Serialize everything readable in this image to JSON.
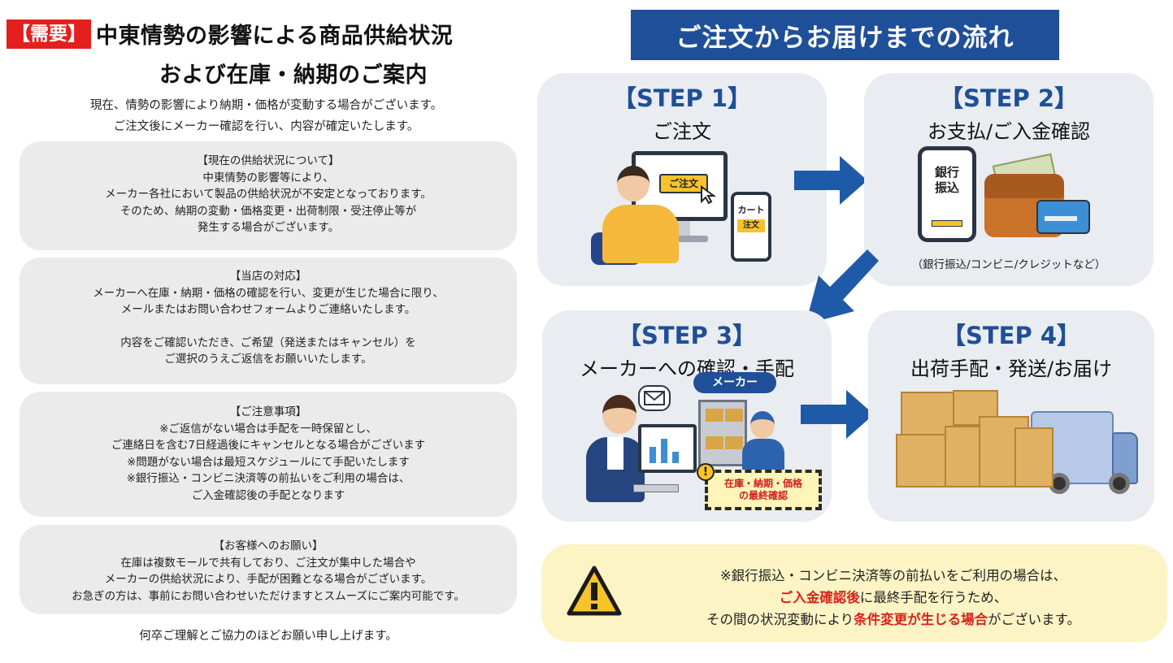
{
  "left": {
    "badge": "【需要】",
    "title_line1": "中東情勢の影響による商品供給状況",
    "title_line2": "および在庫・納期のご案内",
    "intro_line1": "現在、情勢の影響により納期・価格が変動する場合がございます。",
    "intro_line2": "ご注文後にメーカー確認を行い、内容が確定いたします。",
    "box1": {
      "heading": "【現在の供給状況について】",
      "lines": [
        "中東情勢の影響等により、",
        "メーカー各社において製品の供給状況が不安定となっております。",
        "そのため、納期の変動・価格変更・出荷制限・受注停止等が",
        "発生する場合がございます。"
      ]
    },
    "box2": {
      "heading": "【当店の対応】",
      "lines": [
        "メーカーへ在庫・納期・価格の確認を行い、変更が生じた場合に限り、",
        "メールまたはお問い合わせフォームよりご連絡いたします。",
        "内容をご確認いただき、ご希望（発送またはキャンセル）を",
        "ご選択のうえご返信をお願いいたします。"
      ]
    },
    "box3": {
      "heading": "【ご注意事項】",
      "lines": [
        "※ご返信がない場合は手配を一時保留とし、",
        "ご連絡日を含む7日経過後にキャンセルとなる場合がございます",
        "※問題がない場合は最短スケジュールにて手配いたします",
        "※銀行振込・コンビニ決済等の前払いをご利用の場合は、",
        "ご入金確認後の手配となります"
      ]
    },
    "box4": {
      "heading": "【お客様へのお願い】",
      "lines": [
        "在庫は複数モールで共有しており、ご注文が集中した場合や",
        "メーカーの供給状況により、手配が困難となる場合がございます。",
        "お急ぎの方は、事前にお問い合わせいただけますとスムーズにご案内可能です。"
      ]
    },
    "closing": "何卒ご理解とご協力のほどお願い申し上げます。"
  },
  "flow": {
    "title": "ご注文からお届けまでの流れ",
    "steps": [
      {
        "label": "【STEP 1】",
        "sub": "ご注文"
      },
      {
        "label": "【STEP 2】",
        "sub": "お支払/ご入金確認",
        "note": "（銀行振込/コンビニ/クレジットなど）"
      },
      {
        "label": "【STEP 3】",
        "sub": "メーカーへの確認・手配"
      },
      {
        "label": "【STEP 4】",
        "sub": "出荷手配・発送/お届け"
      }
    ],
    "illustration_text": {
      "order_button": "ご注文",
      "cart": "カート",
      "cart_order": "注文",
      "bank_line1": "銀行",
      "bank_line2": "振込",
      "maker": "メーカー",
      "check_line1": "在庫・納期・価格",
      "check_line2": "の最終確認",
      "warn_mark": "!"
    },
    "notice": {
      "line1": "※銀行振込・コンビニ決済等の前払いをご利用の場合は、",
      "line2_red": "ご入金確認後",
      "line2_rest": "に最終手配を行うため、",
      "line3_pre": "その間の状況変動により",
      "line3_red": "条件変更が生じる場合",
      "line3_post": "がございます。"
    }
  },
  "colors": {
    "accent_blue": "#1f4f98",
    "badge_red": "#e3201b",
    "highlight_red": "#d9241c",
    "notice_bg": "#fdf4c5",
    "panel_gray": "#ebebeb",
    "step_bg": "#e9ecf0"
  },
  "icons": [
    "arrow-right-icon",
    "arrow-down-left-icon",
    "warning-triangle-icon",
    "cursor-icon",
    "mail-icon"
  ]
}
